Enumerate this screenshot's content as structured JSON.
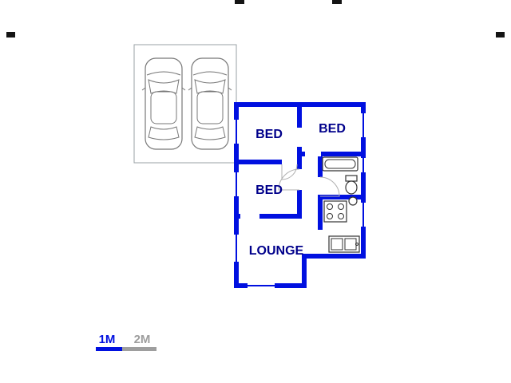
{
  "document": {
    "type": "architectural-floor-plan",
    "background": "#ffffff"
  },
  "colors": {
    "wall": "#0010e0",
    "label": "#00008b",
    "garage": "#9aa0a6",
    "car": "#777777",
    "fixture": "#333333",
    "scale1": "#0010e0",
    "scale2": "#9e9e9e",
    "mark": "#141414"
  },
  "plan": {
    "rooms": [
      {
        "id": "bed-1",
        "label": "BED"
      },
      {
        "id": "bed-2",
        "label": "BED"
      },
      {
        "id": "bed-3",
        "label": "BED"
      },
      {
        "id": "lounge",
        "label": "LOUNGE"
      }
    ],
    "fixtures": [
      "bathtub-icon",
      "toilet-icon",
      "basin-icon",
      "stove-icon",
      "kitchen-sink-icon",
      "car-icon",
      "car-icon"
    ],
    "features": [
      "garage-outline",
      "windows",
      "door-openings"
    ]
  },
  "scale_bar": {
    "label_1m": "1M",
    "label_2m": "2M"
  }
}
